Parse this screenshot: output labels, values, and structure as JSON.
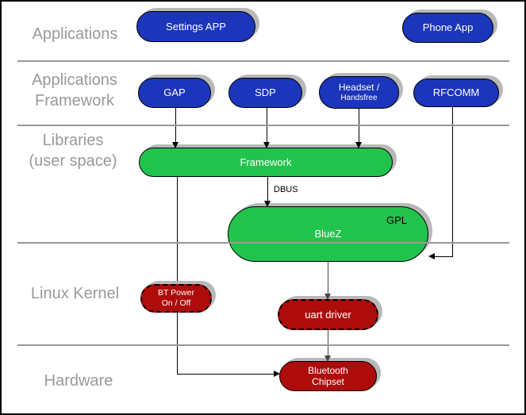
{
  "diagram": {
    "title_hint": "Bluetooth software stack diagram",
    "layers": [
      {
        "label_lines": [
          "Applications"
        ]
      },
      {
        "label_lines": [
          "Applications",
          "Framework"
        ]
      },
      {
        "label_lines": [
          "Libraries",
          "(user space)"
        ]
      },
      {
        "label_lines": [
          "Linux Kernel"
        ]
      },
      {
        "label_lines": [
          "Hardware"
        ]
      }
    ],
    "nodes": {
      "settings_app": {
        "label": "Settings APP"
      },
      "phone_app": {
        "label": "Phone App"
      },
      "gap": {
        "label": "GAP"
      },
      "sdp": {
        "label": "SDP"
      },
      "headset": {
        "line1": "Headset /",
        "line2": "Handsfree"
      },
      "rfcomm": {
        "label": "RFCOMM"
      },
      "framework": {
        "label": "Framework"
      },
      "bluez": {
        "label": "BlueZ",
        "badge": "GPL"
      },
      "bt_power": {
        "line1": "BT Power",
        "line2": "On / Off"
      },
      "uart_driver": {
        "label": "uart driver"
      },
      "bt_chipset": {
        "line1": "Bluetooth",
        "line2": "Chipset"
      }
    },
    "edge_labels": {
      "dbus": "DBUS"
    },
    "colors": {
      "app_node_blue": "#1b35bb",
      "lib_node_green": "#22c34c",
      "kernel_node_red": "#ae0b0b",
      "layer_label_gray": "#999999",
      "separator_gray": "#999999",
      "shadow_gray": "#b8b8b8",
      "connector_black": "#000000",
      "connector_gray": "#444444"
    }
  }
}
